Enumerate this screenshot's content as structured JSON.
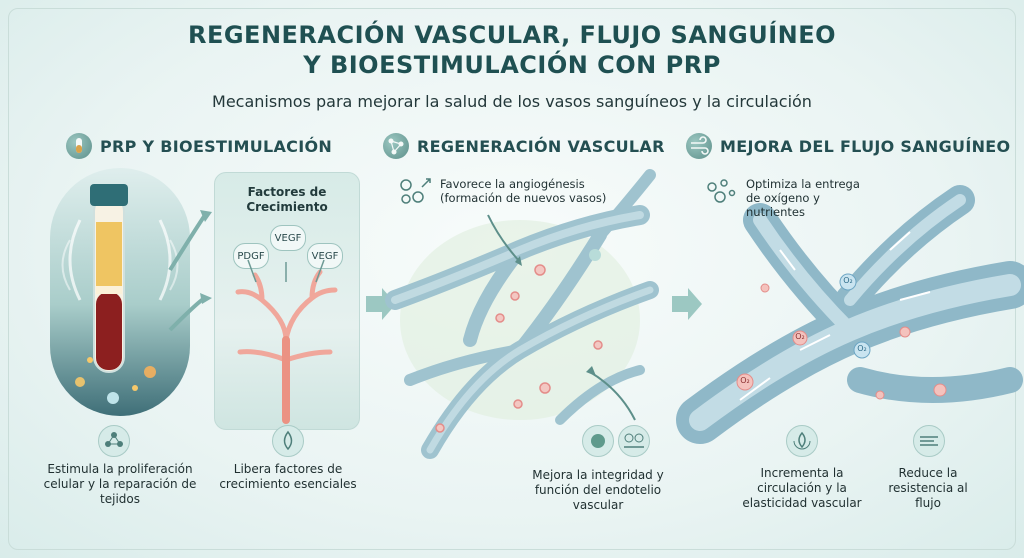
{
  "header": {
    "title_line1": "REGENERACIÓN VASCULAR, FLUJO SANGUÍNEO",
    "title_line2": "Y BIOESTIMULACIÓN CON PRP",
    "subtitle": "Mecanismos para mejorar la salud de los vasos sanguíneos y la circulación"
  },
  "sections": {
    "prp": {
      "title": "PRP Y BIOESTIMULACIÓN",
      "icon": "test-tube-icon",
      "caption_left": "Estimula la proliferación celular y la reparación de tejidos",
      "caption_right": "Libera factores de crecimiento esenciales",
      "growth_factors_title": "Factores de Crecimiento",
      "factors": [
        "PDGF",
        "VEGF",
        "VEGF"
      ]
    },
    "regen": {
      "title": "REGENERACIÓN VASCULAR",
      "icon": "network-icon",
      "note_top": "Favorece la angiogénesis (formación de nuevos vasos)",
      "caption": "Mejora la integridad y función del endotelio vascular"
    },
    "flow": {
      "title": "MEJORA DEL FLUJO SANGUÍNEO",
      "icon": "wind-icon",
      "note_top": "Optimiza la entrega de oxígeno y nutrientes",
      "caption_left": "Incrementa la circulación y la elasticidad vascular",
      "caption_right": "Reduce la resistencia al flujo",
      "o2_label": "O₂"
    }
  },
  "colors": {
    "title": "#1f5052",
    "accent": "#5d8f8a",
    "blood": "#8c1f1f",
    "plasma": "#f0c060",
    "vessel": "#9fc3cf"
  }
}
